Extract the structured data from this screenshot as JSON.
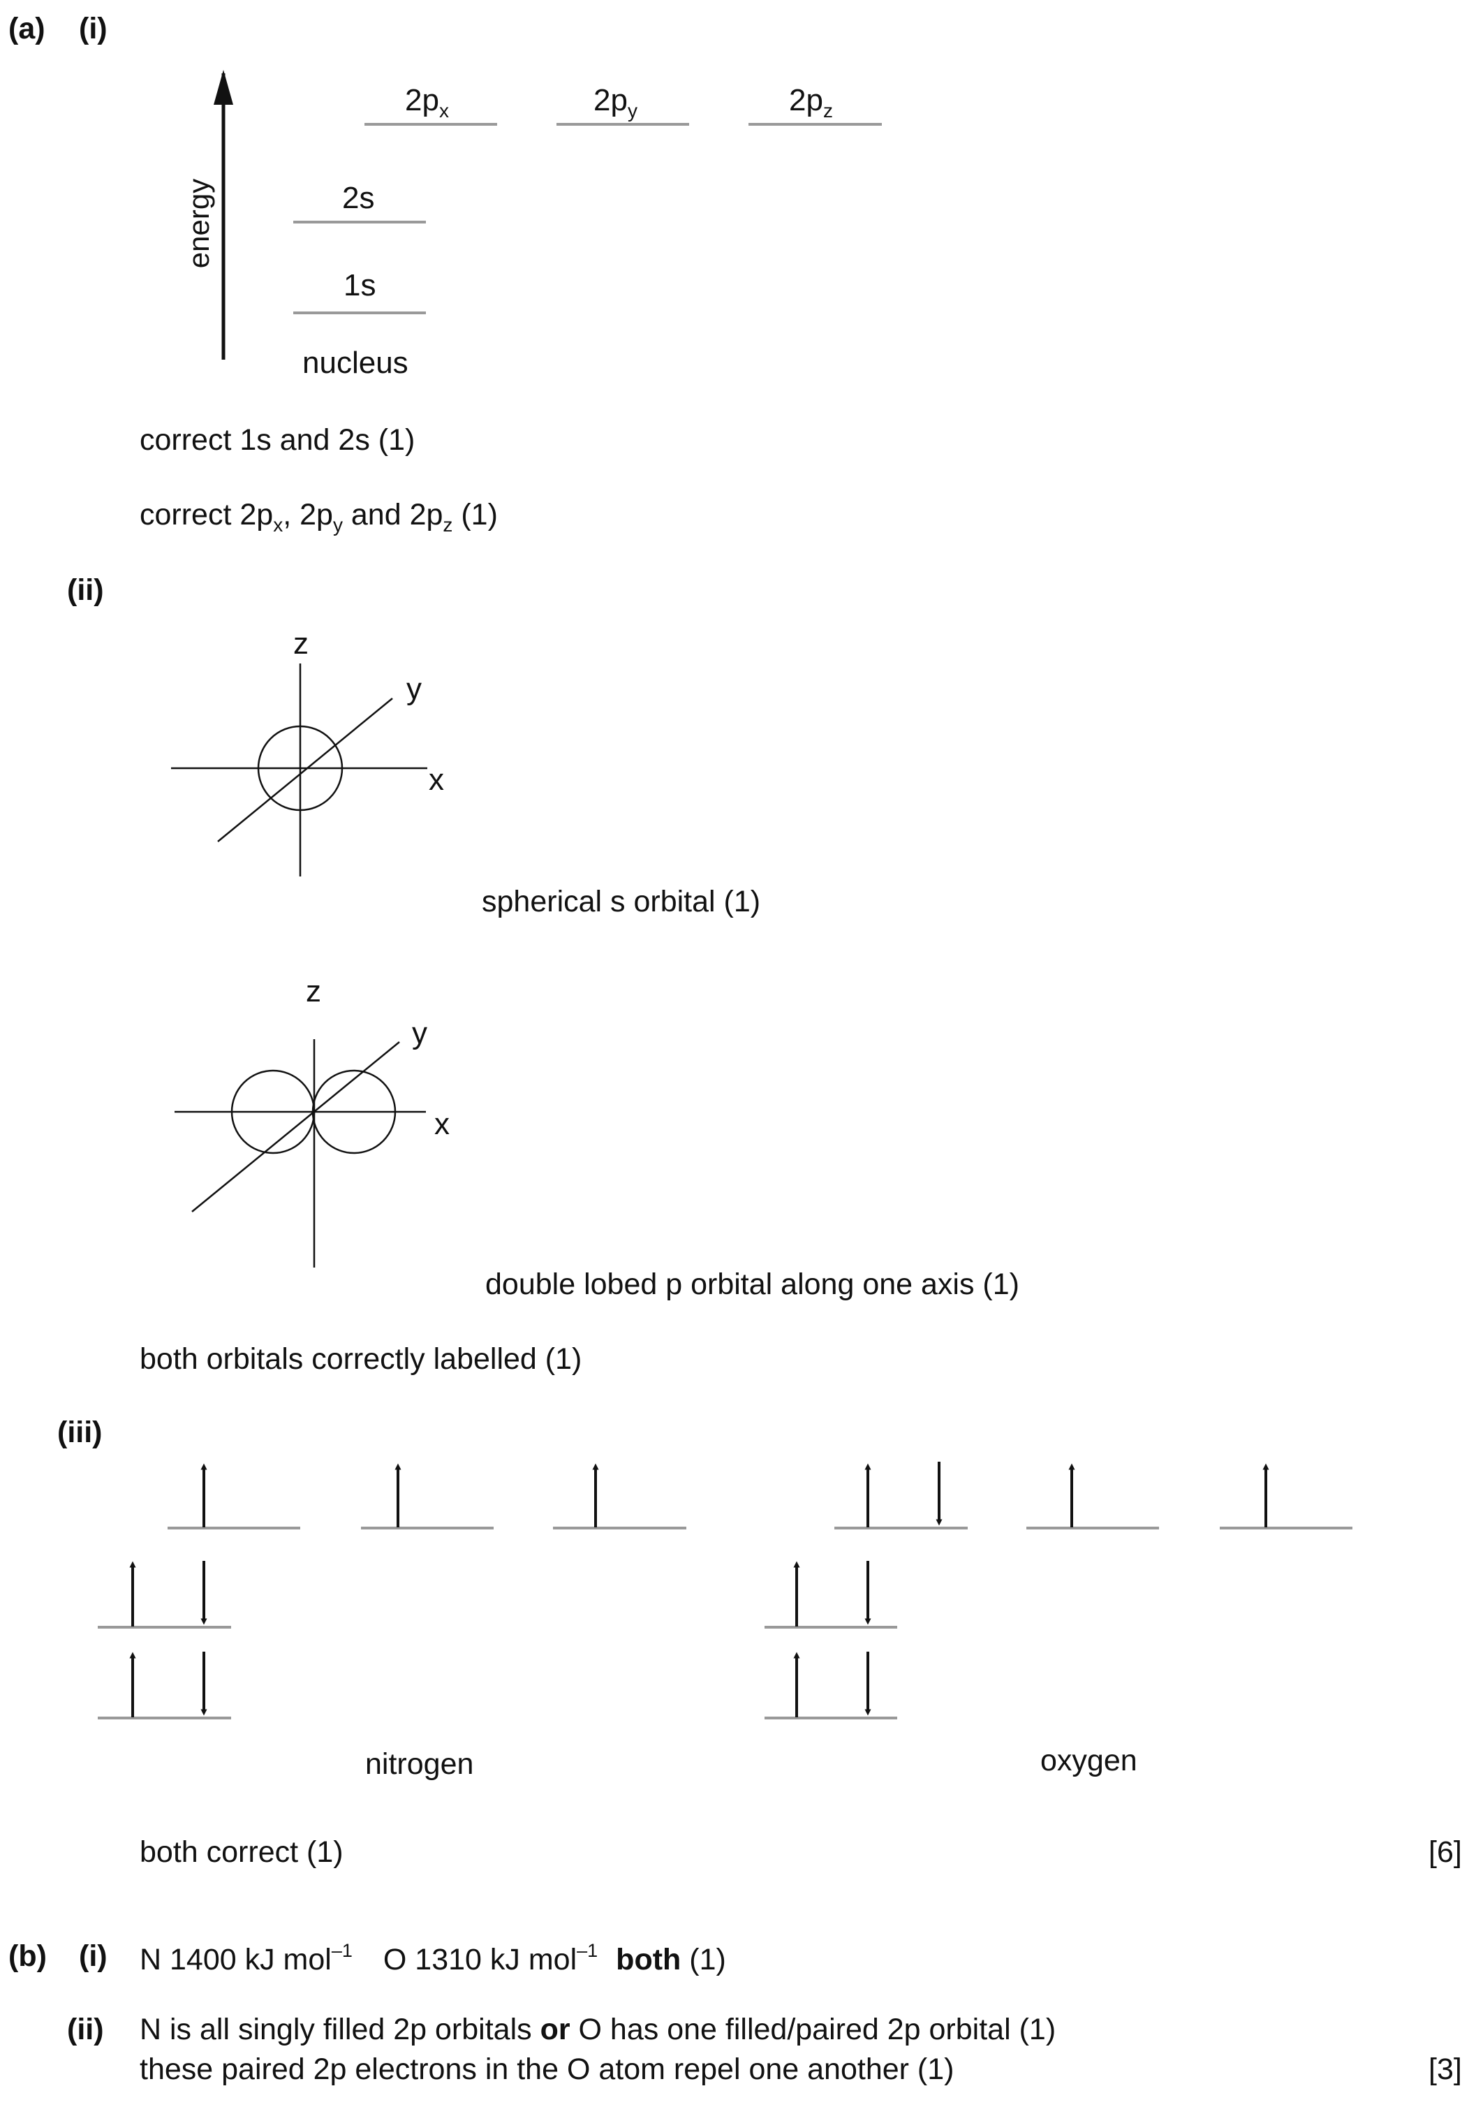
{
  "part_a": {
    "label": "(a)",
    "i": {
      "label": "(i)",
      "axis_label": "energy",
      "levels": {
        "2px": "2p",
        "2px_sub": "x",
        "2py": "2p",
        "2py_sub": "y",
        "2pz": "2p",
        "2pz_sub": "z",
        "2s": "2s",
        "1s": "1s"
      },
      "nucleus": "nucleus",
      "mark1": "correct 1s and 2s (1)",
      "mark2": {
        "pre": "correct 2p",
        "x": "x",
        "mid1": ", 2p",
        "y": "y",
        "mid2": " and 2p",
        "z": "z",
        "post": " (1)"
      }
    },
    "ii": {
      "label": "(ii)",
      "axes": {
        "x": "x",
        "y": "y",
        "z": "z"
      },
      "s_caption": "spherical s orbital (1)",
      "p_caption": "double lobed p orbital along one axis (1)",
      "mark": "both orbitals correctly labelled (1)"
    },
    "iii": {
      "label": "(iii)",
      "nitrogen": "nitrogen",
      "oxygen": "oxygen",
      "mark": "both correct (1)",
      "total": "[6]"
    }
  },
  "part_b": {
    "label": "(b)",
    "i": {
      "label": "(i)",
      "n_text": "N 1400 kJ mol",
      "n_sup": "–1",
      "o_text": "O 1310 kJ mol",
      "o_sup": "–1",
      "both": "both",
      "mark": " (1)"
    },
    "ii": {
      "label": "(ii)",
      "line1_pre": "N is all singly filled 2p orbitals ",
      "line1_or": "or",
      "line1_post": " O has one filled/paired 2p orbital (1)",
      "line2": "these paired 2p electrons in the O atom repel one another (1)",
      "total": "[3]"
    }
  }
}
